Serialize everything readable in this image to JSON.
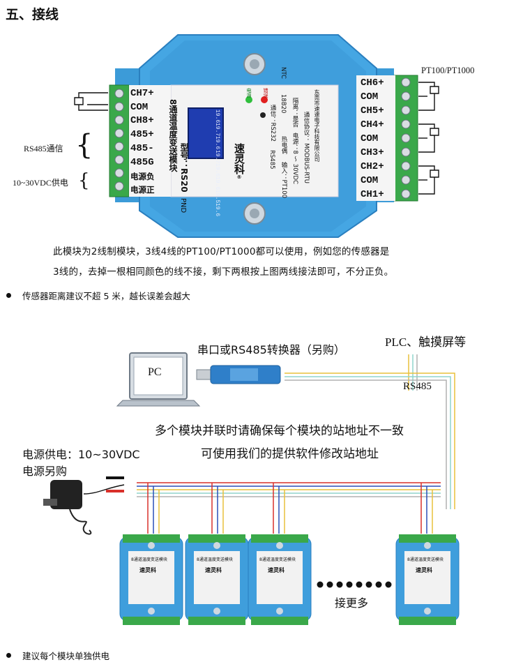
{
  "title": "五、接线",
  "module": {
    "left_terminals": [
      "CH7+",
      "COM",
      "CH8+",
      "485+",
      "485-",
      "485G",
      "电源负",
      "电源正"
    ],
    "right_terminals": [
      "CH6+",
      "COM",
      "CH5+",
      "CH4+",
      "COM",
      "CH3+",
      "CH2+",
      "COM",
      "CH1+"
    ],
    "model_label": "型号：RS20",
    "model_options": [
      "P",
      "N",
      "D"
    ],
    "product_name": "8通道温度变送模块",
    "brand": "速灵科",
    "brand_mark": "®",
    "comm_label": "通信：",
    "comm_options": [
      "RS485",
      "RS232"
    ],
    "input_label": "输入：",
    "input_options": [
      "PT100",
      "热电偶",
      "18B20",
      "NTC"
    ],
    "power_label": "电源：8 ～ 30VDC",
    "isolation_label": "隔离：",
    "isolation_options": [
      "是",
      "否"
    ],
    "protocol": "通信协议： MODBUS-RTU",
    "company": "东莞市速速电子科技有限公司",
    "led_power": "电源",
    "led_fault": "错误",
    "lcd_rows": [
      [
        "19.6",
        "19.7"
      ],
      [
        "19.6",
        "19.7"
      ],
      [
        "19.6",
        "19.6"
      ],
      [
        "19.5",
        "19.6"
      ]
    ]
  },
  "side_labels": {
    "rs485": "RS485通信",
    "power": "10~30VDC供电",
    "pt": "PT100/PT1000"
  },
  "paragraph": {
    "line1": "此模块为2线制模块，3线4线的PT100/PT1000都可以使用，例如您的传感器是",
    "line2": "3线的，去掉一根相同颜色的线不接，剩下两根按上图两线接法即可，不分正负。"
  },
  "bullet1": "传感器距离建议不超 5 米，越长误差会越大",
  "diagram": {
    "pc_label": "PC",
    "converter_label": "串口或RS485转换器（另购）",
    "plc_label": "PLC、触摸屏等",
    "rs485_label": "RS485",
    "note_line1": "多个模块并联时请确保每个模块的站地址不一致",
    "note_line2": "可使用我们的提供软件修改站地址",
    "power_line1": "电源供电：10~30VDC",
    "power_line2": "电源另购",
    "more_label": "接更多",
    "mini_title": "8通道温度变送模块",
    "mini_brand": "速灵科"
  },
  "bullet2": "建议每个模块单独供电",
  "colors": {
    "module_blue": "#3c9bd8",
    "module_dark": "#2a7fbf",
    "terminal_green": "#3aa84a",
    "label_panel": "#f2f2f2",
    "wire_yellow": "#e8c13a",
    "wire_blue": "#2a4fb8",
    "wire_red": "#d9302a",
    "wire_gray": "#b0b0b0",
    "wire_teal": "#8fd4cc"
  }
}
